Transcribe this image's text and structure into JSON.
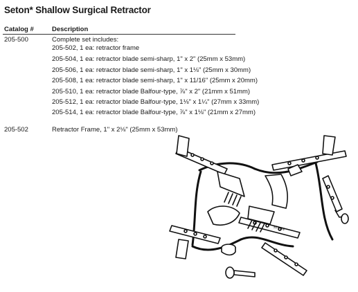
{
  "title": "Seton* Shallow Surgical Retractor",
  "headers": {
    "catalog": "Catalog #",
    "description": "Description"
  },
  "entries": [
    {
      "catalog": "205-500",
      "lines": [
        "Complete set includes:",
        "205-502, 1 ea: retractor frame",
        "205-504, 1 ea: retractor blade semi-sharp, 1\" x 2\" (25mm x 53mm)",
        "205-506, 1 ea: retractor blade semi-sharp, 1\" x 1⅛\" (25mm x 30mm)",
        "205-508, 1 ea: retractor blade semi-sharp, 1\" x 11/16\" (25mm x 20mm)",
        "205-510, 1 ea: retractor blade Balfour-type, ⅞\" x 2\" (21mm x 51mm)",
        "205-512, 1 ea: retractor blade Balfour-type, 1⅛\" x 1¼\" (27mm x 33mm)",
        "205-514, 1 ea: retractor blade Balfour-type, ⅞\" x 1⅛\" (21mm x 27mm)"
      ]
    },
    {
      "catalog": "205-502",
      "lines": [
        "Retractor Frame, 1\" x 2⅛\" (25mm x 53mm)"
      ]
    }
  ],
  "illustration": {
    "icon": "surgical-retractor-illustration",
    "engraving": "SETON"
  }
}
